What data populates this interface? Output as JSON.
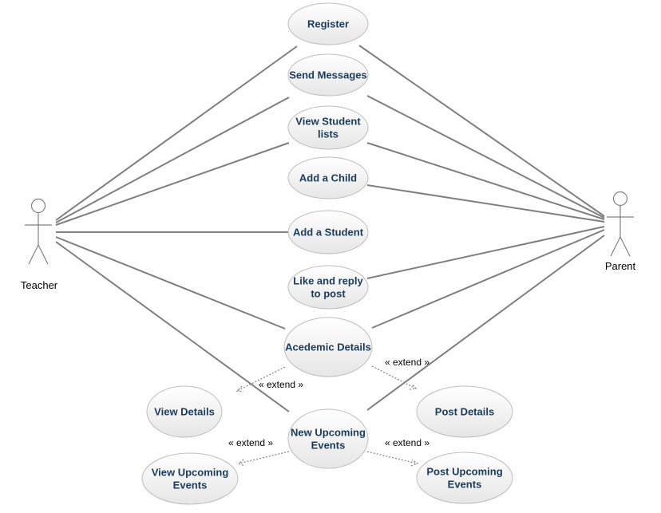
{
  "actors": {
    "teacher": {
      "label": "Teacher"
    },
    "parent": {
      "label": "Parent"
    }
  },
  "use_cases": {
    "register": [
      "Register"
    ],
    "send_messages": [
      "Send Messages"
    ],
    "view_student_lists": [
      "View Student",
      "lists"
    ],
    "add_child": [
      "Add a Child"
    ],
    "add_student": [
      "Add a Student"
    ],
    "like_reply": [
      "Like and reply",
      "to post"
    ],
    "academic_details": [
      "Acedemic Details"
    ],
    "view_details": [
      "View Details"
    ],
    "post_details": [
      "Post Details"
    ],
    "new_upcoming_events": [
      "New Upcoming",
      "Events"
    ],
    "view_upcoming_events": [
      "View Upcoming",
      "Events"
    ],
    "post_upcoming_events": [
      "Post Upcoming",
      "Events"
    ]
  },
  "extend_label": "« extend »",
  "colors": {
    "ellipse_top": "#ffffff",
    "ellipse_bottom": "#e9e9e9",
    "ellipse_stroke": "#bdbdbd",
    "use_case_text": "#1b3b5a",
    "line": "#7f7f7f"
  }
}
